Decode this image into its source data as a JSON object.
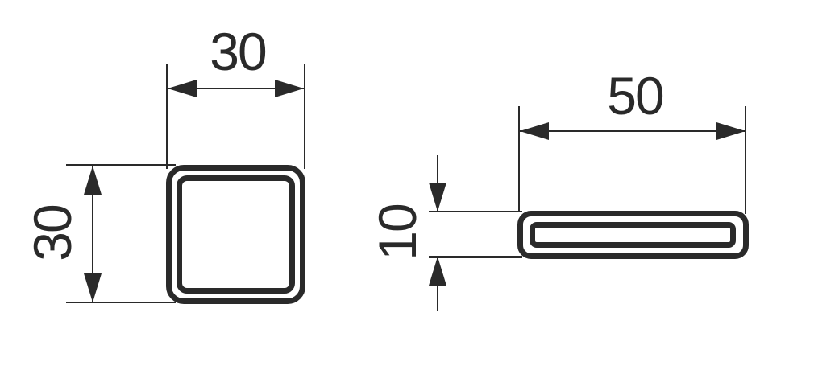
{
  "drawing": {
    "line_color": "#2a2a2a",
    "background_color": "#ffffff",
    "views": {
      "square_tube": {
        "width_label": "30",
        "height_label": "30"
      },
      "rect_tube": {
        "width_label": "50",
        "height_label": "10"
      }
    }
  }
}
